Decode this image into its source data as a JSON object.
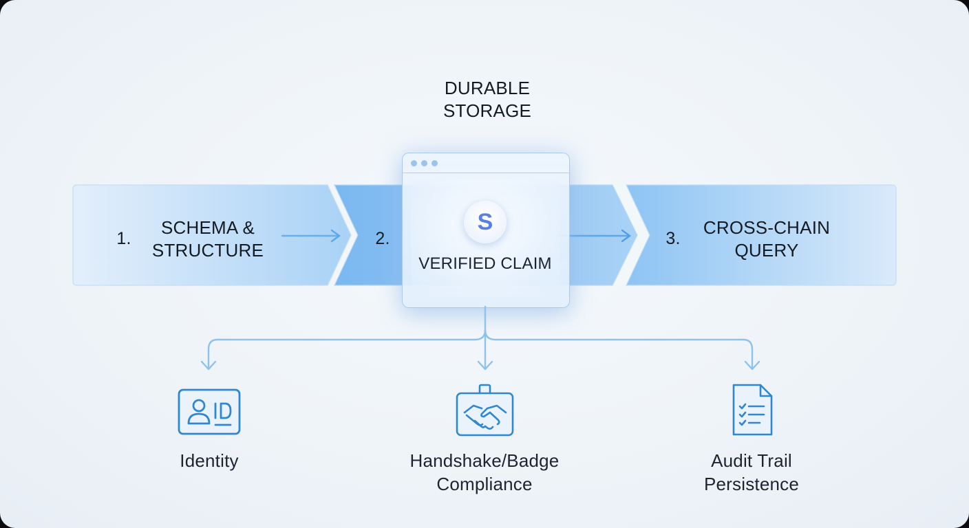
{
  "storage_title": [
    "DURABLE",
    "STORAGE"
  ],
  "steps": [
    {
      "number": "1.",
      "lines": [
        "SCHEMA &",
        "STRUCTURE"
      ]
    },
    {
      "number": "2.",
      "lines": []
    },
    {
      "number": "3.",
      "lines": [
        "CROSS-CHAIN",
        "QUERY"
      ]
    }
  ],
  "center_card": {
    "badge_letter": "S",
    "label": "VERIFIED CLAIM"
  },
  "outputs": [
    {
      "icon": "id-card-icon",
      "lines": [
        "Identity"
      ]
    },
    {
      "icon": "handshake-badge-icon",
      "lines": [
        "Handshake/Badge",
        "Compliance"
      ]
    },
    {
      "icon": "document-checklist-icon",
      "lines": [
        "Audit Trail",
        "Persistence"
      ]
    }
  ],
  "colors": {
    "band_light": "#dcebfa",
    "band_mid": "#8fc3f3",
    "arrow": "#4f9fe6",
    "icon_stroke": "#2f86d1",
    "connector": "#8cc2ee"
  }
}
